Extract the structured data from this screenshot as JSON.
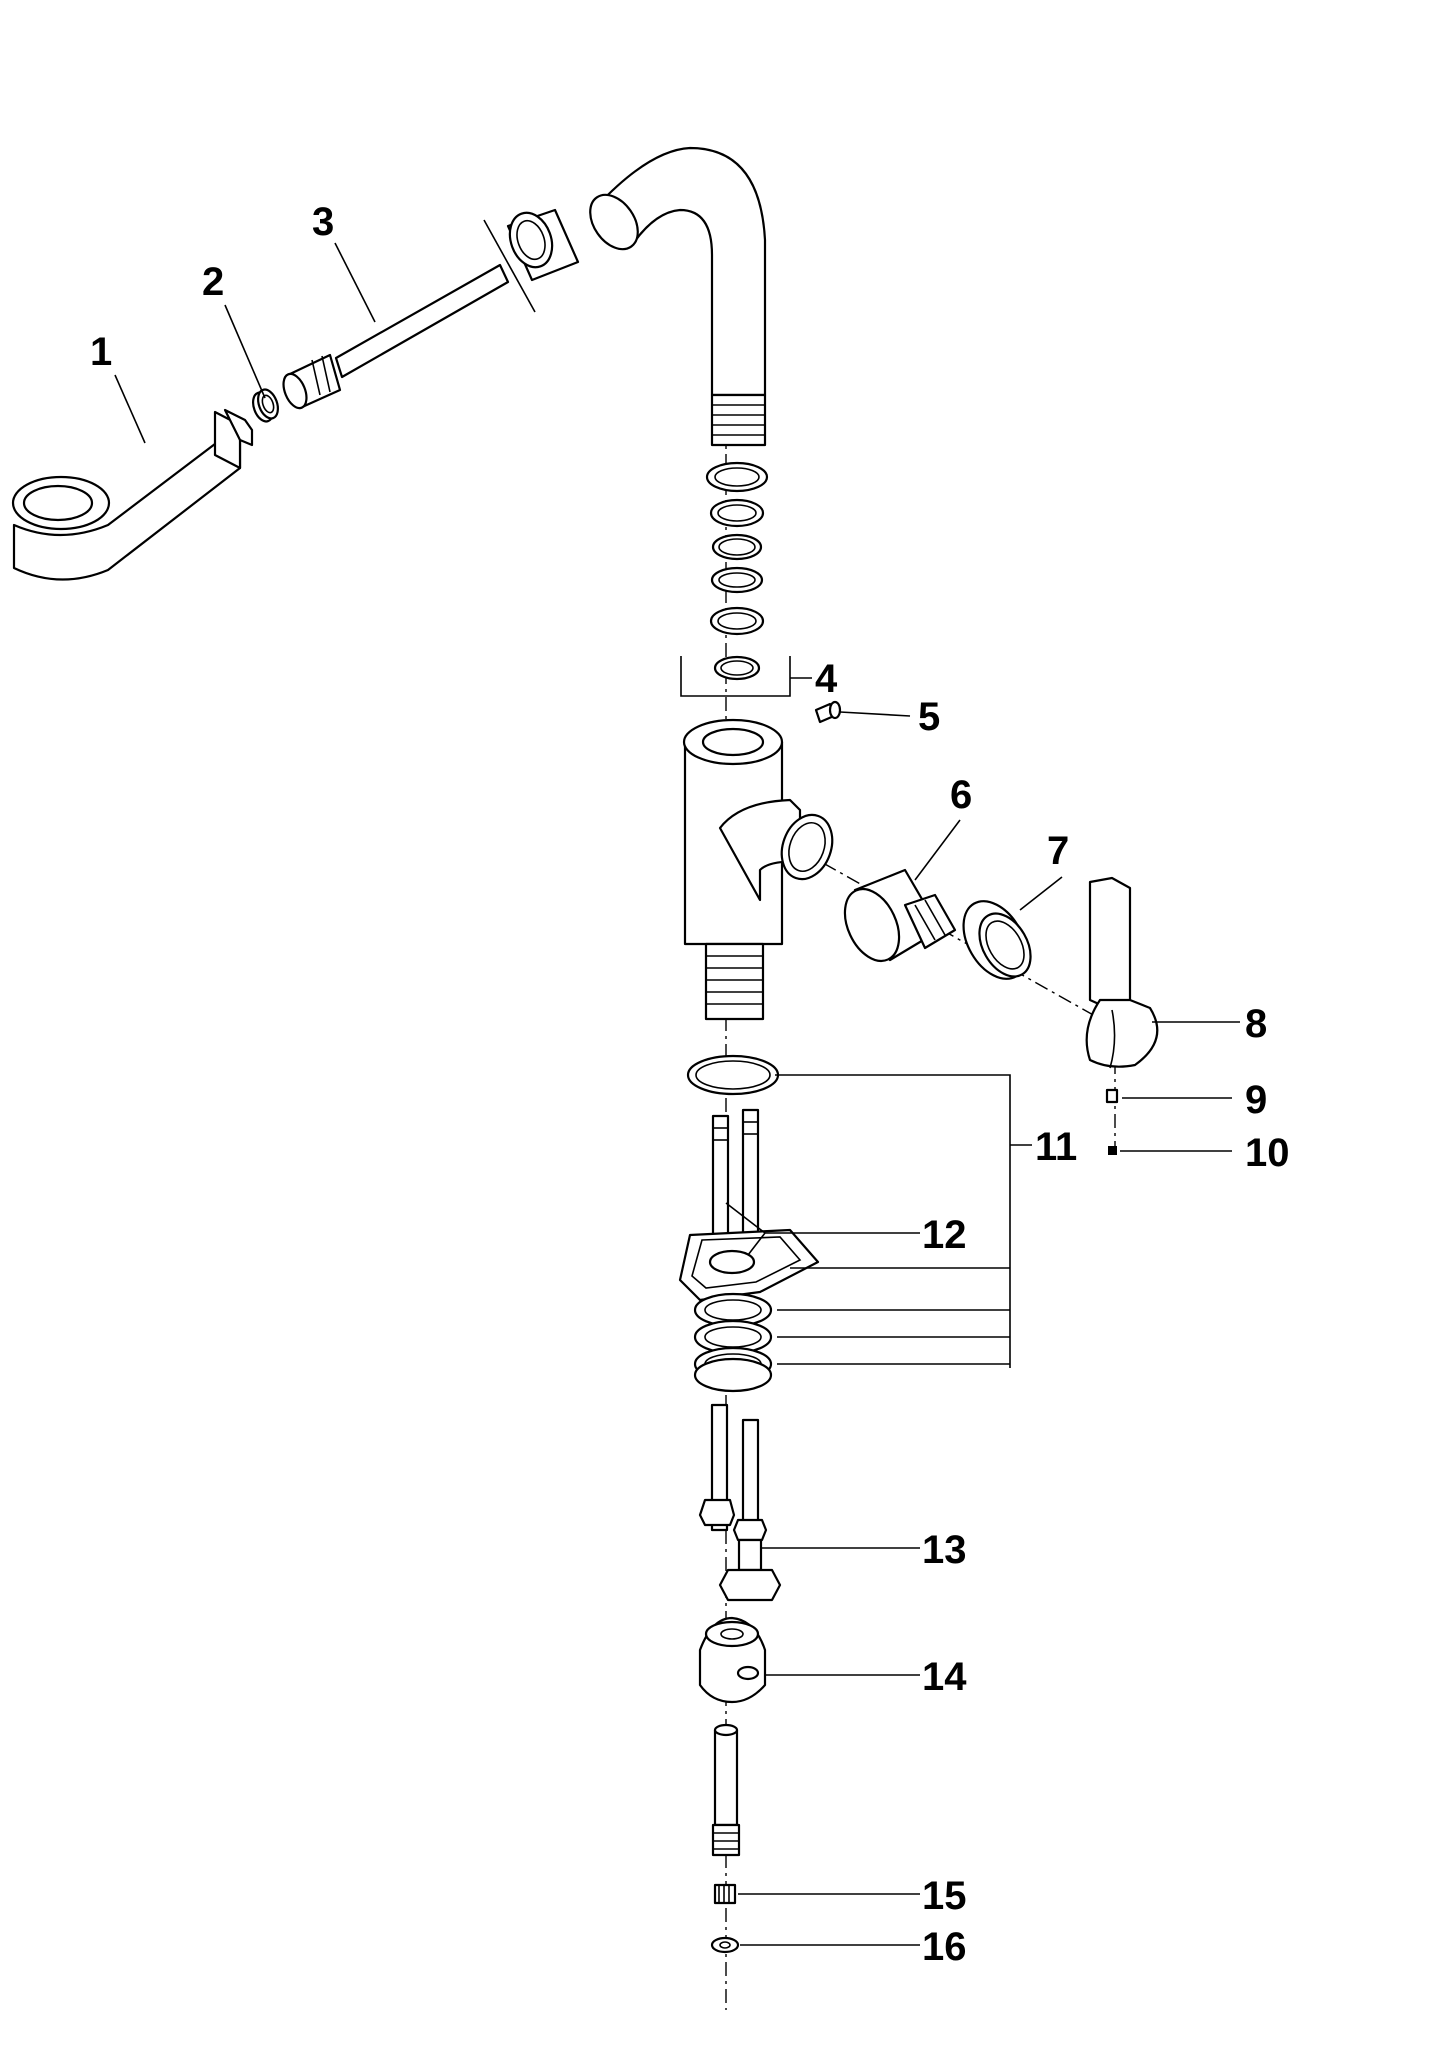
{
  "callouts": [
    "1",
    "2",
    "3",
    "4",
    "5",
    "6",
    "7",
    "8",
    "9",
    "10",
    "11",
    "12",
    "13",
    "14",
    "15",
    "16"
  ]
}
